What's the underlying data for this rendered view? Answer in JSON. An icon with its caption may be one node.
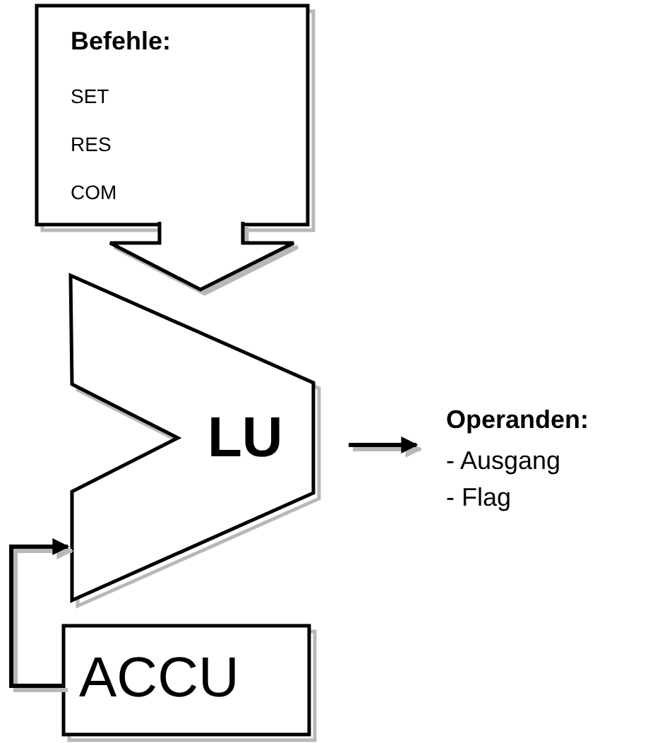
{
  "diagram": {
    "nodes": [
      {
        "text": [
          "Befehle:",
          "SET",
          "RES",
          "COM"
        ]
      },
      {
        "text": [
          "LU"
        ]
      },
      {
        "text": [
          "Operanden:",
          "- Ausgang",
          "- Flag"
        ]
      },
      {
        "text": [
          "ACCU"
        ]
      }
    ],
    "edges": [
      {
        "from": 0,
        "to": 1,
        "arrow": "to",
        "style": "thick"
      },
      {
        "from": 3,
        "to": 1,
        "arrow": "to"
      },
      {
        "from": 1,
        "to": 2,
        "arrow": "to"
      }
    ]
  }
}
